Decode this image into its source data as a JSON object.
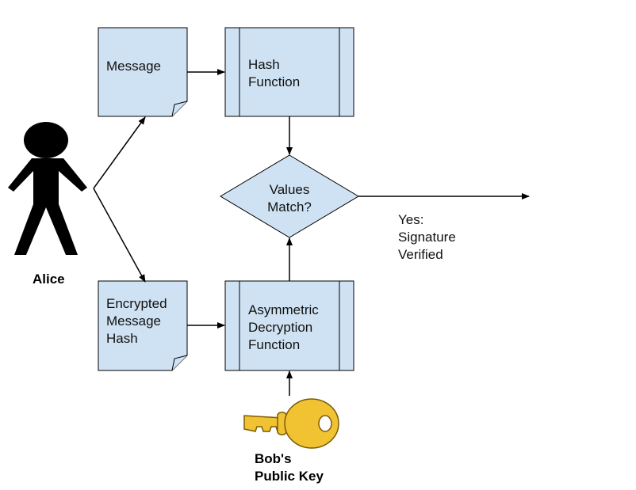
{
  "colors": {
    "box_fill": "#cfe2f3",
    "box_stroke": "#000000",
    "key_fill": "#f1c232",
    "figure": "#000000"
  },
  "nodes": {
    "message": {
      "lines": [
        "Message"
      ]
    },
    "hash_function": {
      "lines": [
        "Hash",
        "Function"
      ]
    },
    "values_match": {
      "lines": [
        "Values",
        "Match?"
      ]
    },
    "encrypted_hash": {
      "lines": [
        "Encrypted",
        "Message",
        "Hash"
      ]
    },
    "decryption_function": {
      "lines": [
        "Asymmetric",
        "Decryption",
        "Function"
      ]
    }
  },
  "actors": {
    "alice": {
      "label": "Alice",
      "icon": "person-icon"
    },
    "key": {
      "lines": [
        "Bob's",
        "Public Key"
      ],
      "icon": "key-icon"
    }
  },
  "result": {
    "lines": [
      "Yes:",
      "Signature",
      "Verified"
    ]
  }
}
